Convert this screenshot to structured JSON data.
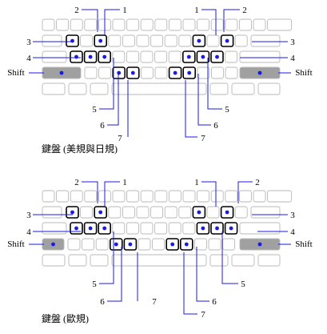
{
  "diagrams": [
    {
      "id": "us",
      "caption": "鍵盤 (美規與日規)",
      "shift_label": "Shift",
      "left_labels": [
        "2",
        "1",
        "3",
        "4",
        "5",
        "6",
        "7"
      ],
      "right_labels": [
        "1",
        "2",
        "3",
        "4",
        "5",
        "6",
        "7"
      ]
    },
    {
      "id": "eu",
      "caption": "鍵盤 (歐規)",
      "shift_label": "Shift",
      "left_labels": [
        "2",
        "1",
        "3",
        "4",
        "5",
        "6",
        "7"
      ],
      "right_labels": [
        "1",
        "2",
        "3",
        "4",
        "5",
        "6",
        "7"
      ]
    }
  ],
  "colors": {
    "key_fill": "#ffffff",
    "key_border": "#b8b8b8",
    "highlight_border": "#000000",
    "shift_fill": "#a0a0a0",
    "dot": "#1a1ae6",
    "leader": "#1a1ae6"
  }
}
